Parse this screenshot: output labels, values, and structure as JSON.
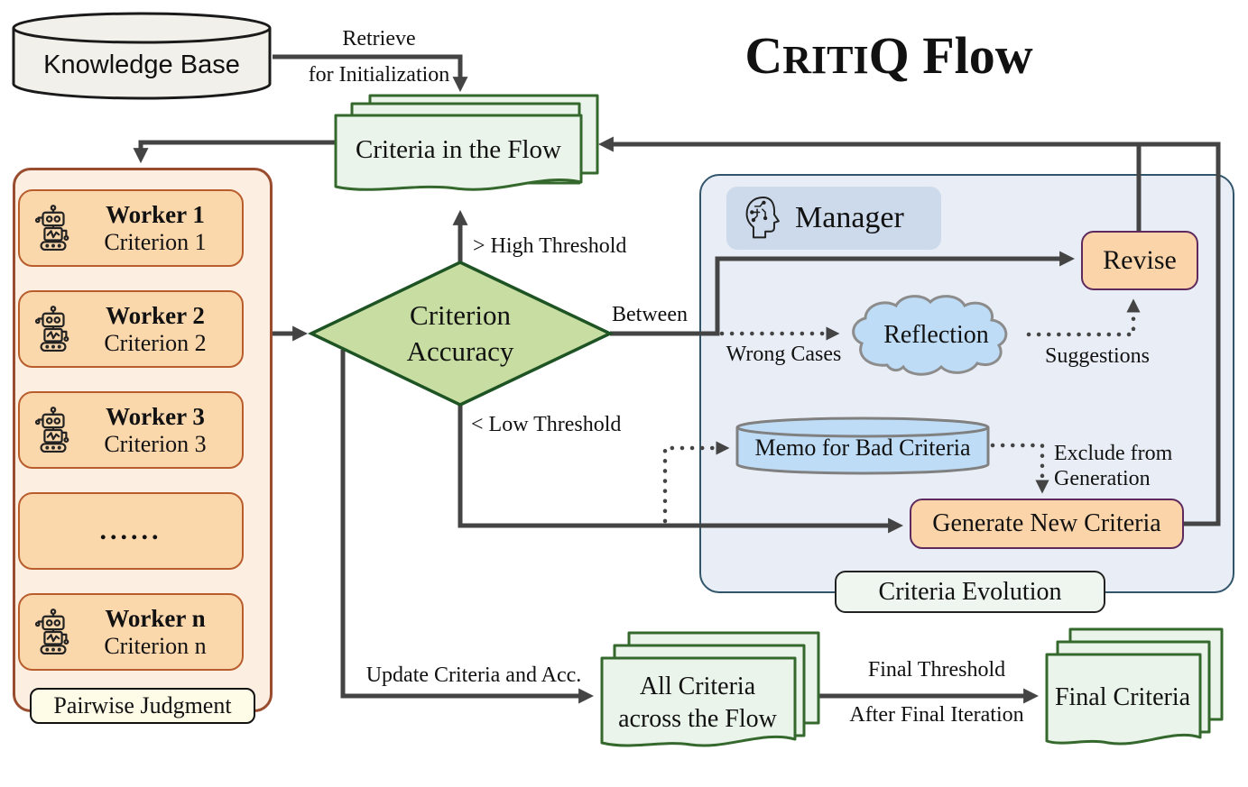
{
  "title": {
    "c1": "C",
    "small1": "RITI",
    "c2": "Q",
    "rest": " Flow"
  },
  "nodes": {
    "knowledge_base": "Knowledge Base",
    "criteria_in_flow": "Criteria in the Flow",
    "worker_panel": {
      "badge": "Pairwise Judgment",
      "ellipsis": "......",
      "workers": [
        {
          "name": "Worker 1",
          "criterion": "Criterion 1"
        },
        {
          "name": "Worker 2",
          "criterion": "Criterion 2"
        },
        {
          "name": "Worker 3",
          "criterion": "Criterion 3"
        },
        {
          "name": "Worker n",
          "criterion": "Criterion n"
        }
      ]
    },
    "decision": {
      "line1": "Criterion",
      "line2": "Accuracy"
    },
    "manager": "Manager",
    "revise": "Revise",
    "reflection": "Reflection",
    "memo": "Memo for Bad Criteria",
    "generate": "Generate New Criteria",
    "evolution": "Criteria Evolution",
    "all_criteria": {
      "line1": "All Criteria",
      "line2": "across the Flow"
    },
    "final_criteria": "Final Criteria"
  },
  "edges": {
    "retrieve_line1": "Retrieve",
    "retrieve_line2": "for Initialization",
    "high_threshold": "> High Threshold",
    "between": "Between",
    "low_threshold": "< Low Threshold",
    "wrong_cases": "Wrong Cases",
    "suggestions": "Suggestions",
    "exclude_line1": "Exclude from",
    "exclude_line2": "Generation",
    "update": "Update Criteria and Acc.",
    "final_line1": "Final Threshold",
    "final_line2": "After Final Iteration"
  },
  "colors": {
    "arrow": "#444444",
    "doc_fill": "#EAF4EA",
    "doc_border": "#35682D",
    "diamond_fill": "#C7DDA1",
    "diamond_border": "#1E5324",
    "worker_panel_fill": "#FCEFE2",
    "worker_panel_border": "#9A4D2E",
    "worker_card_fill": "#FBD7AC",
    "worker_card_border": "#BA5D2D",
    "manager_panel_fill": "#E9EEF6",
    "manager_panel_border": "#31556B",
    "manager_chip_fill": "#CCDAEB",
    "action_fill": "#FCD4A9",
    "action_border": "#5E2A5E",
    "blue_fill": "#BEDCF6",
    "blue_border": "#8C8C8C",
    "cylinder_fill": "#F1F0EA",
    "badge_fill": "#FEFBE6",
    "evolution_fill": "#EFF6EF"
  }
}
